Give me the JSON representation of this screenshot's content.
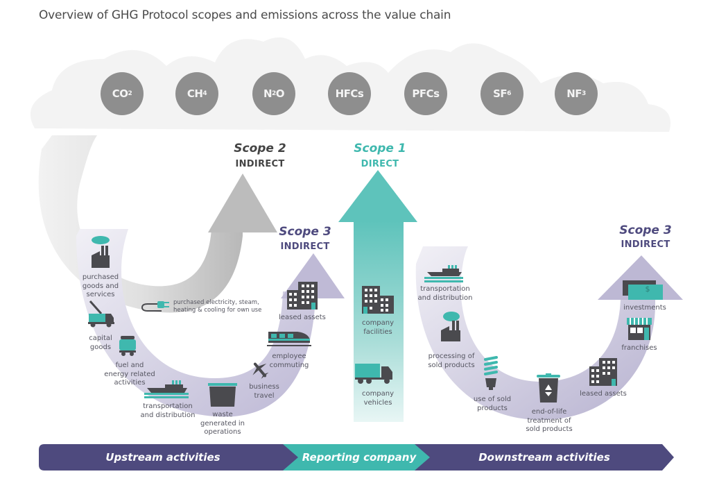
{
  "title": "Overview of GHG Protocol scopes and emissions across the value chain",
  "colors": {
    "teal": "#3fb8ae",
    "purple": "#4e4a7e",
    "purple_light": "#b9b4d2",
    "gray_arrow": "#bdbdbd",
    "gas_circle": "#8e8e8e",
    "icon_dark": "#4a4a4e"
  },
  "gases": [
    {
      "base": "CO",
      "sub": "2",
      "post": ""
    },
    {
      "base": "CH",
      "sub": "4",
      "post": ""
    },
    {
      "base": "N",
      "sub": "2",
      "post": "O"
    },
    {
      "base": "HFCs",
      "sub": "",
      "post": ""
    },
    {
      "base": "PFCs",
      "sub": "",
      "post": ""
    },
    {
      "base": "SF",
      "sub": "6",
      "post": ""
    },
    {
      "base": "NF",
      "sub": "3",
      "post": ""
    }
  ],
  "scopes": {
    "scope2": {
      "title": "Scope 2",
      "subtitle": "INDIRECT"
    },
    "scope1": {
      "title": "Scope 1",
      "subtitle": "DIRECT"
    },
    "scope3_upstream": {
      "title": "Scope 3",
      "subtitle": "INDIRECT"
    },
    "scope3_downstream": {
      "title": "Scope 3",
      "subtitle": "INDIRECT"
    }
  },
  "scope2_items": [
    {
      "icon": "power-plug-icon",
      "label": "purchased electricity, steam,\nheating & cooling for own use"
    }
  ],
  "upstream_items": [
    {
      "icon": "factory-icon",
      "label": "purchased\ngoods and\nservices"
    },
    {
      "icon": "crane-truck-icon",
      "label": "capital\ngoods"
    },
    {
      "icon": "fuel-tanker-icon",
      "label": "fuel and\nenergy related\nactivities"
    },
    {
      "icon": "ship-icon",
      "label": "transportation\nand distribution"
    },
    {
      "icon": "waste-bin-icon",
      "label": "waste\ngenerated in\noperations"
    },
    {
      "icon": "airplane-icon",
      "label": "business\ntravel"
    },
    {
      "icon": "train-icon",
      "label": "employee\ncommuting"
    },
    {
      "icon": "building-icon",
      "label": "leased assets"
    }
  ],
  "company_items": [
    {
      "icon": "building-icon",
      "label": "company\nfacilities"
    },
    {
      "icon": "truck-icon",
      "label": "company\nvehicles"
    }
  ],
  "downstream_items": [
    {
      "icon": "ship-icon",
      "label": "transportation\nand distribution"
    },
    {
      "icon": "factory-icon",
      "label": "processing of\nsold products"
    },
    {
      "icon": "light-bulb-icon",
      "label": "use of sold\nproducts"
    },
    {
      "icon": "recycle-bin-icon",
      "label": "end-of-life\ntreatment of\nsold products"
    },
    {
      "icon": "building-icon",
      "label": "leased assets"
    },
    {
      "icon": "storefront-icon",
      "label": "franchises"
    },
    {
      "icon": "money-icon",
      "label": "investments"
    },
    {
      "icon": "dollar-sign-icon",
      "label": "$"
    }
  ],
  "value_chain": {
    "upstream": "Upstream activities",
    "reporting": "Reporting company",
    "downstream": "Downstream activities"
  }
}
